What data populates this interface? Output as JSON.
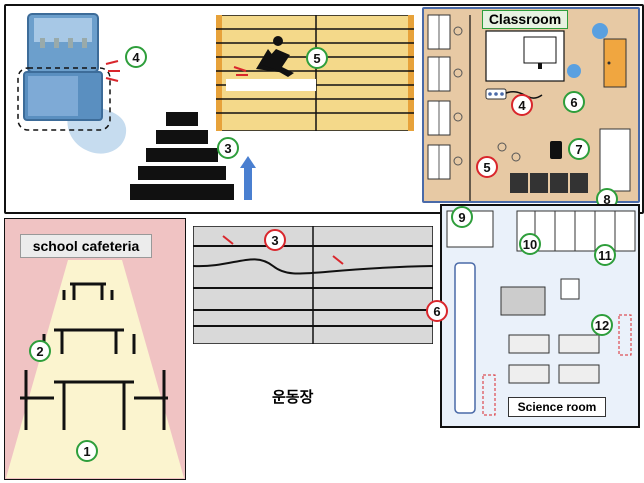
{
  "labels": {
    "classroom": "Classroom",
    "cafeteria": "school cafeteria",
    "playground": "운동장",
    "science_room": "Science room"
  },
  "markers": [
    {
      "id": "m-cooler-4",
      "num": "4",
      "color": "green"
    },
    {
      "id": "m-stairs-3",
      "num": "3",
      "color": "green"
    },
    {
      "id": "m-wetfloor-5",
      "num": "5",
      "color": "green"
    },
    {
      "id": "m-class-4",
      "num": "4",
      "color": "red"
    },
    {
      "id": "m-class-6",
      "num": "6",
      "color": "green"
    },
    {
      "id": "m-class-5",
      "num": "5",
      "color": "red"
    },
    {
      "id": "m-class-7",
      "num": "7",
      "color": "green"
    },
    {
      "id": "m-class-8",
      "num": "8",
      "color": "green"
    },
    {
      "id": "m-caf-2",
      "num": "2",
      "color": "green"
    },
    {
      "id": "m-caf-1",
      "num": "1",
      "color": "green"
    },
    {
      "id": "m-play-3",
      "num": "3",
      "color": "red"
    },
    {
      "id": "m-sci-6",
      "num": "6",
      "color": "red"
    },
    {
      "id": "m-sci-9",
      "num": "9",
      "color": "green"
    },
    {
      "id": "m-sci-10",
      "num": "10",
      "color": "green"
    },
    {
      "id": "m-sci-11",
      "num": "11",
      "color": "green"
    },
    {
      "id": "m-sci-12",
      "num": "12",
      "color": "green"
    }
  ],
  "colors": {
    "green_badge": "#2e9e3b",
    "red_badge": "#d9262c",
    "classroom_floor": "#e7c9a4",
    "classroom_border": "#4a6aa8",
    "cafeteria_bg": "#f0c3c3",
    "light_beam": "#fbf4cf",
    "staircase_wood": "#f4d98a",
    "stair_step": "#111111",
    "water_puddle": "#c6dcef",
    "science_bg": "#eaf1fa"
  }
}
